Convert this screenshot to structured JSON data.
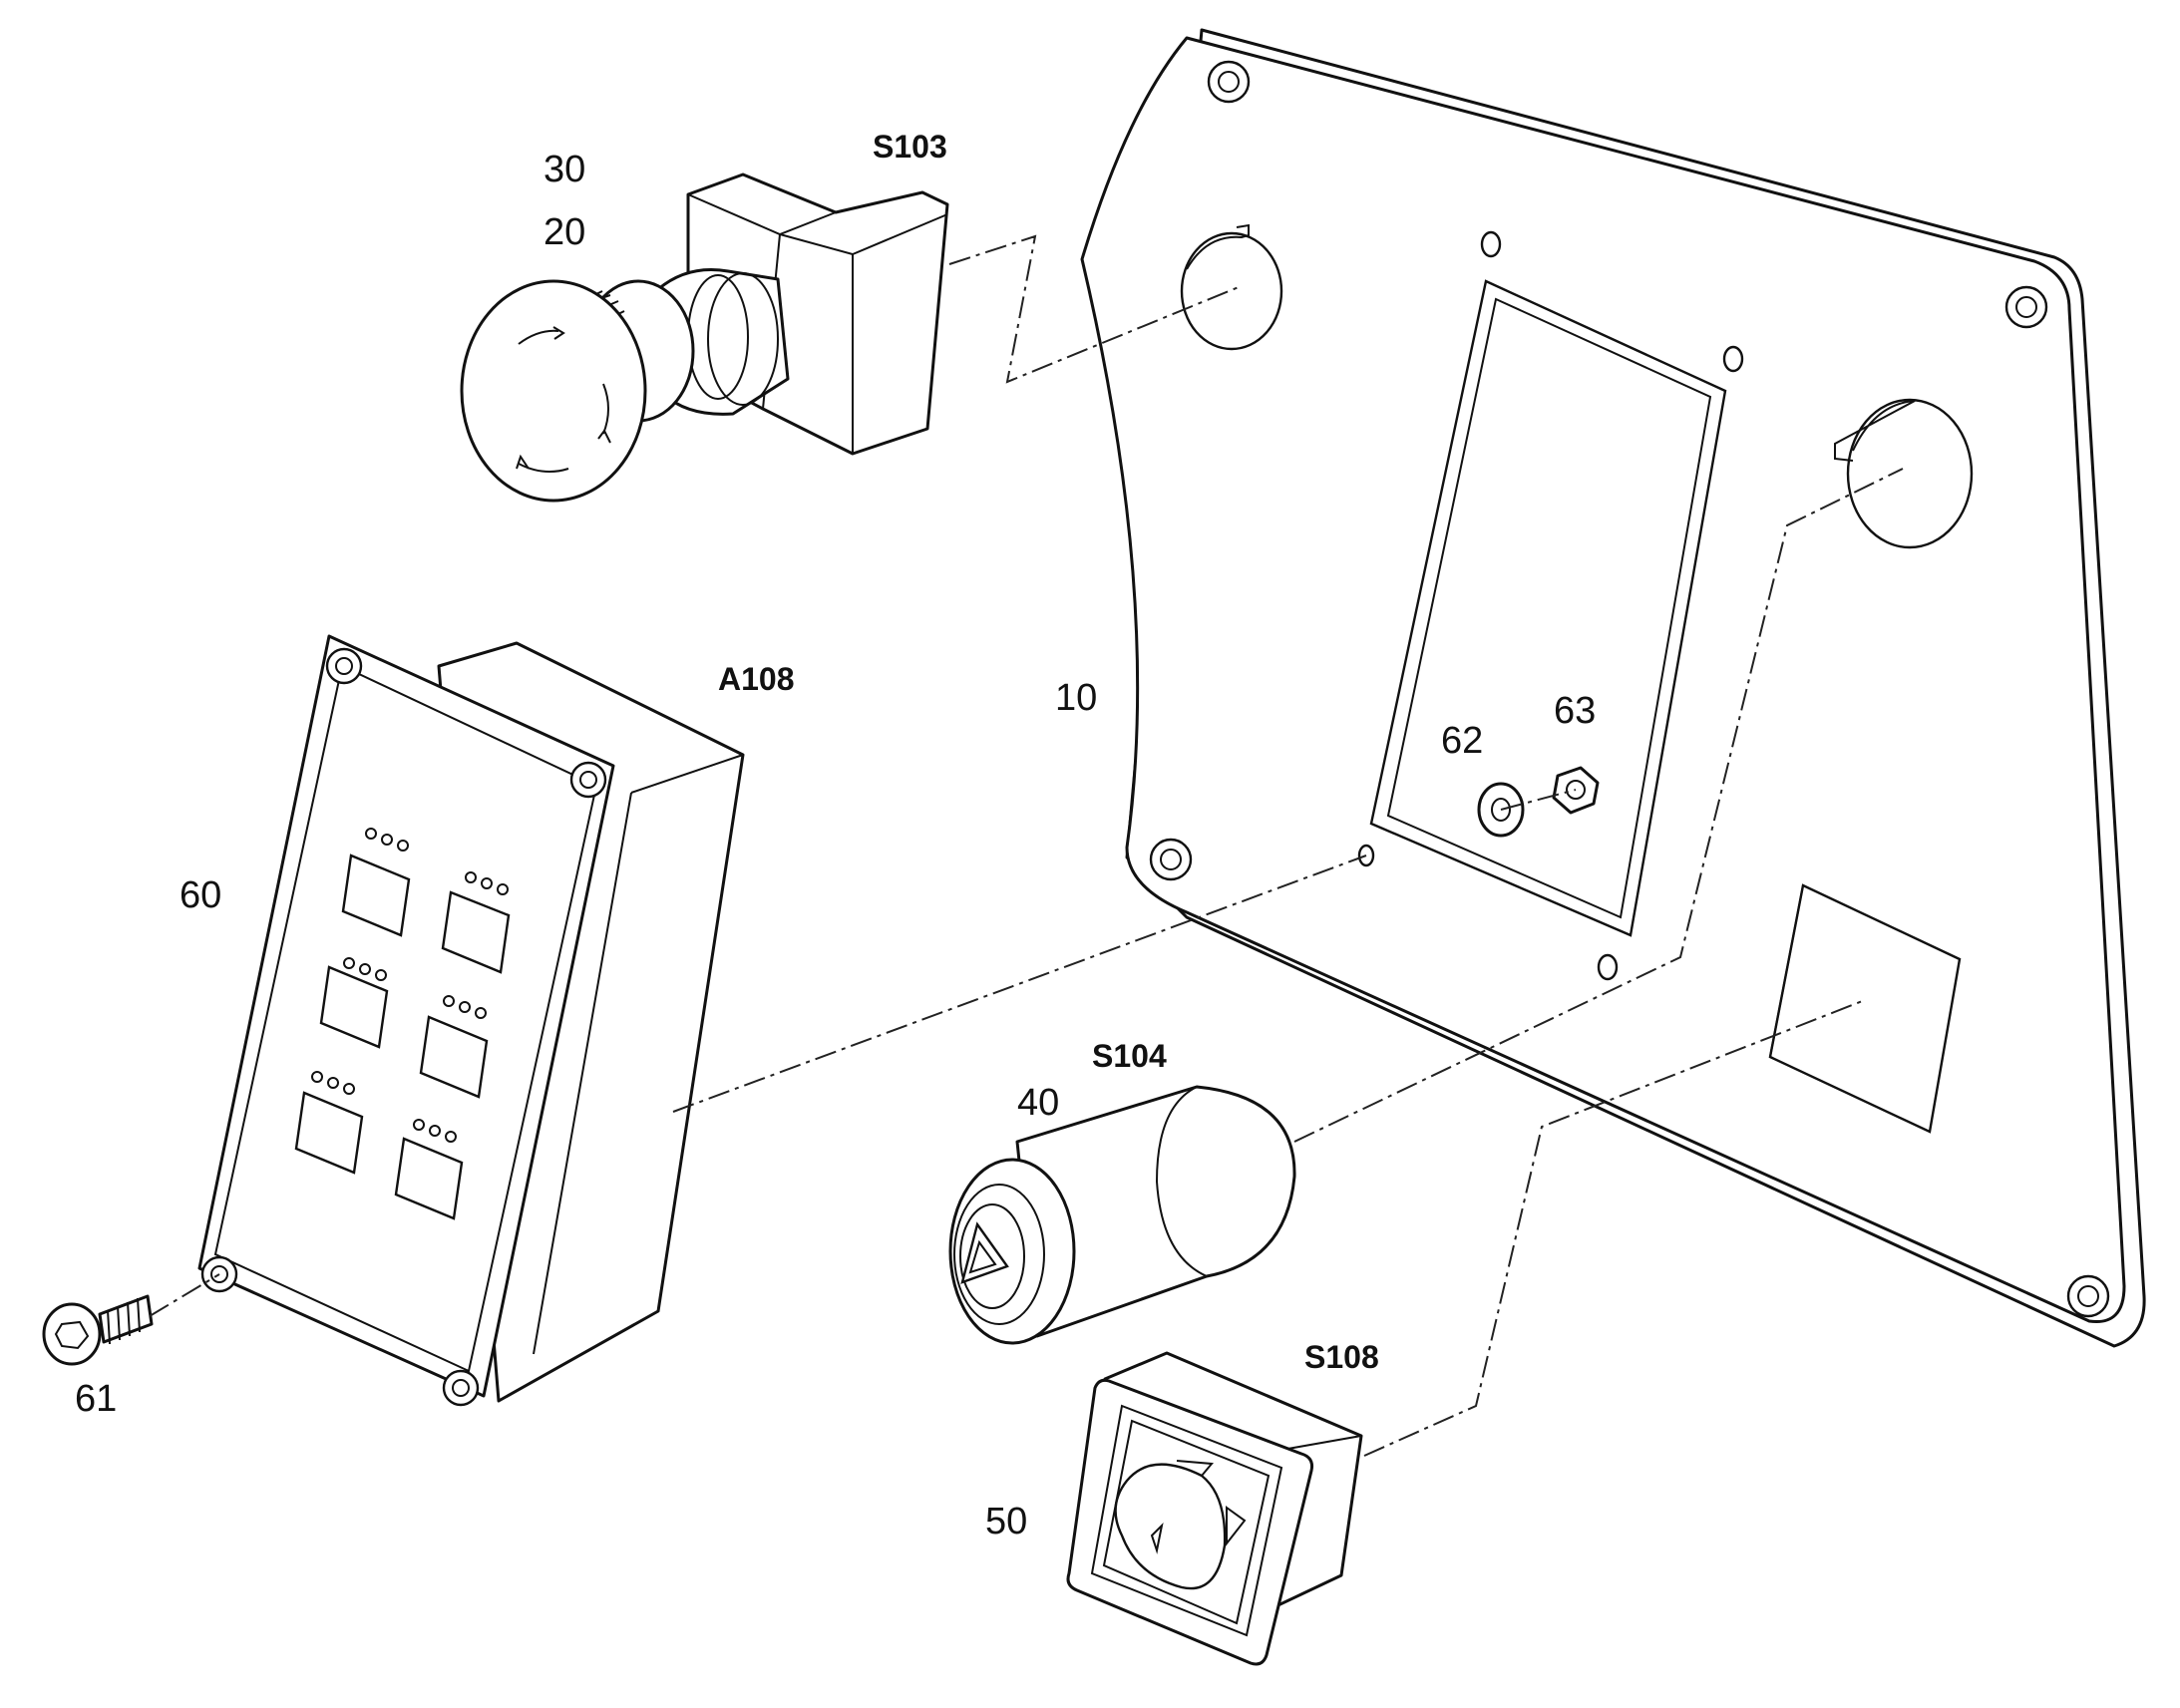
{
  "callouts": {
    "c10": "10",
    "c20": "20",
    "c30": "30",
    "c40": "40",
    "c50": "50",
    "c60": "60",
    "c61": "61",
    "c62": "62",
    "c63": "63"
  },
  "designations": {
    "s103": "S103",
    "s104": "S104",
    "s108": "S108",
    "a108": "A108"
  }
}
